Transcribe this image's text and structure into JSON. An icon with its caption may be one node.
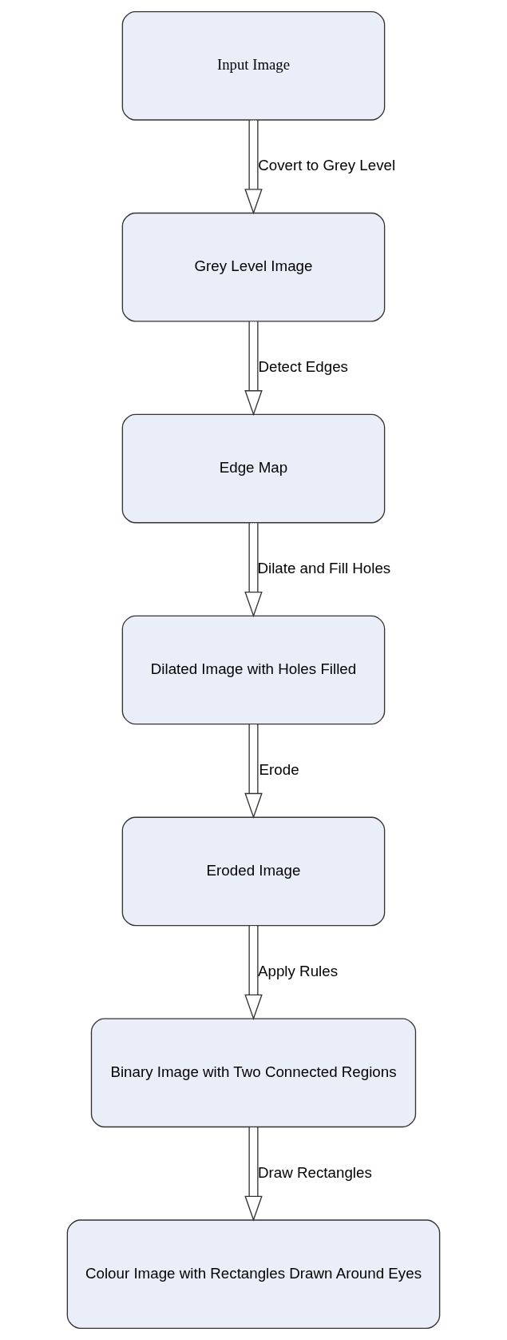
{
  "diagram": {
    "nodes": [
      {
        "text": [
          "Input Image"
        ]
      },
      {
        "text": [
          "Grey Level Image"
        ]
      },
      {
        "text": [
          "Edge Map"
        ]
      },
      {
        "text": [
          "Dilated Image with Holes Filled"
        ]
      },
      {
        "text": [
          "Eroded Image"
        ]
      },
      {
        "text": [
          "Binary Image with Two Connected Regions"
        ]
      },
      {
        "text": [
          "Colour Image with Rectangles Drawn Around Eyes"
        ]
      }
    ],
    "edges": [
      {
        "from": 0,
        "to": 1,
        "arrow": "to",
        "label": "Covert to Grey Level"
      },
      {
        "from": 1,
        "to": 2,
        "arrow": "to",
        "label": "Detect Edges"
      },
      {
        "from": 2,
        "to": 3,
        "arrow": "to",
        "label": "Dilate and Fill Holes"
      },
      {
        "from": 3,
        "to": 4,
        "arrow": "to",
        "label": "Erode"
      },
      {
        "from": 4,
        "to": 5,
        "arrow": "to",
        "label": "Apply Rules"
      },
      {
        "from": 5,
        "to": 6,
        "arrow": "to",
        "label": "Draw Rectangles"
      }
    ]
  }
}
